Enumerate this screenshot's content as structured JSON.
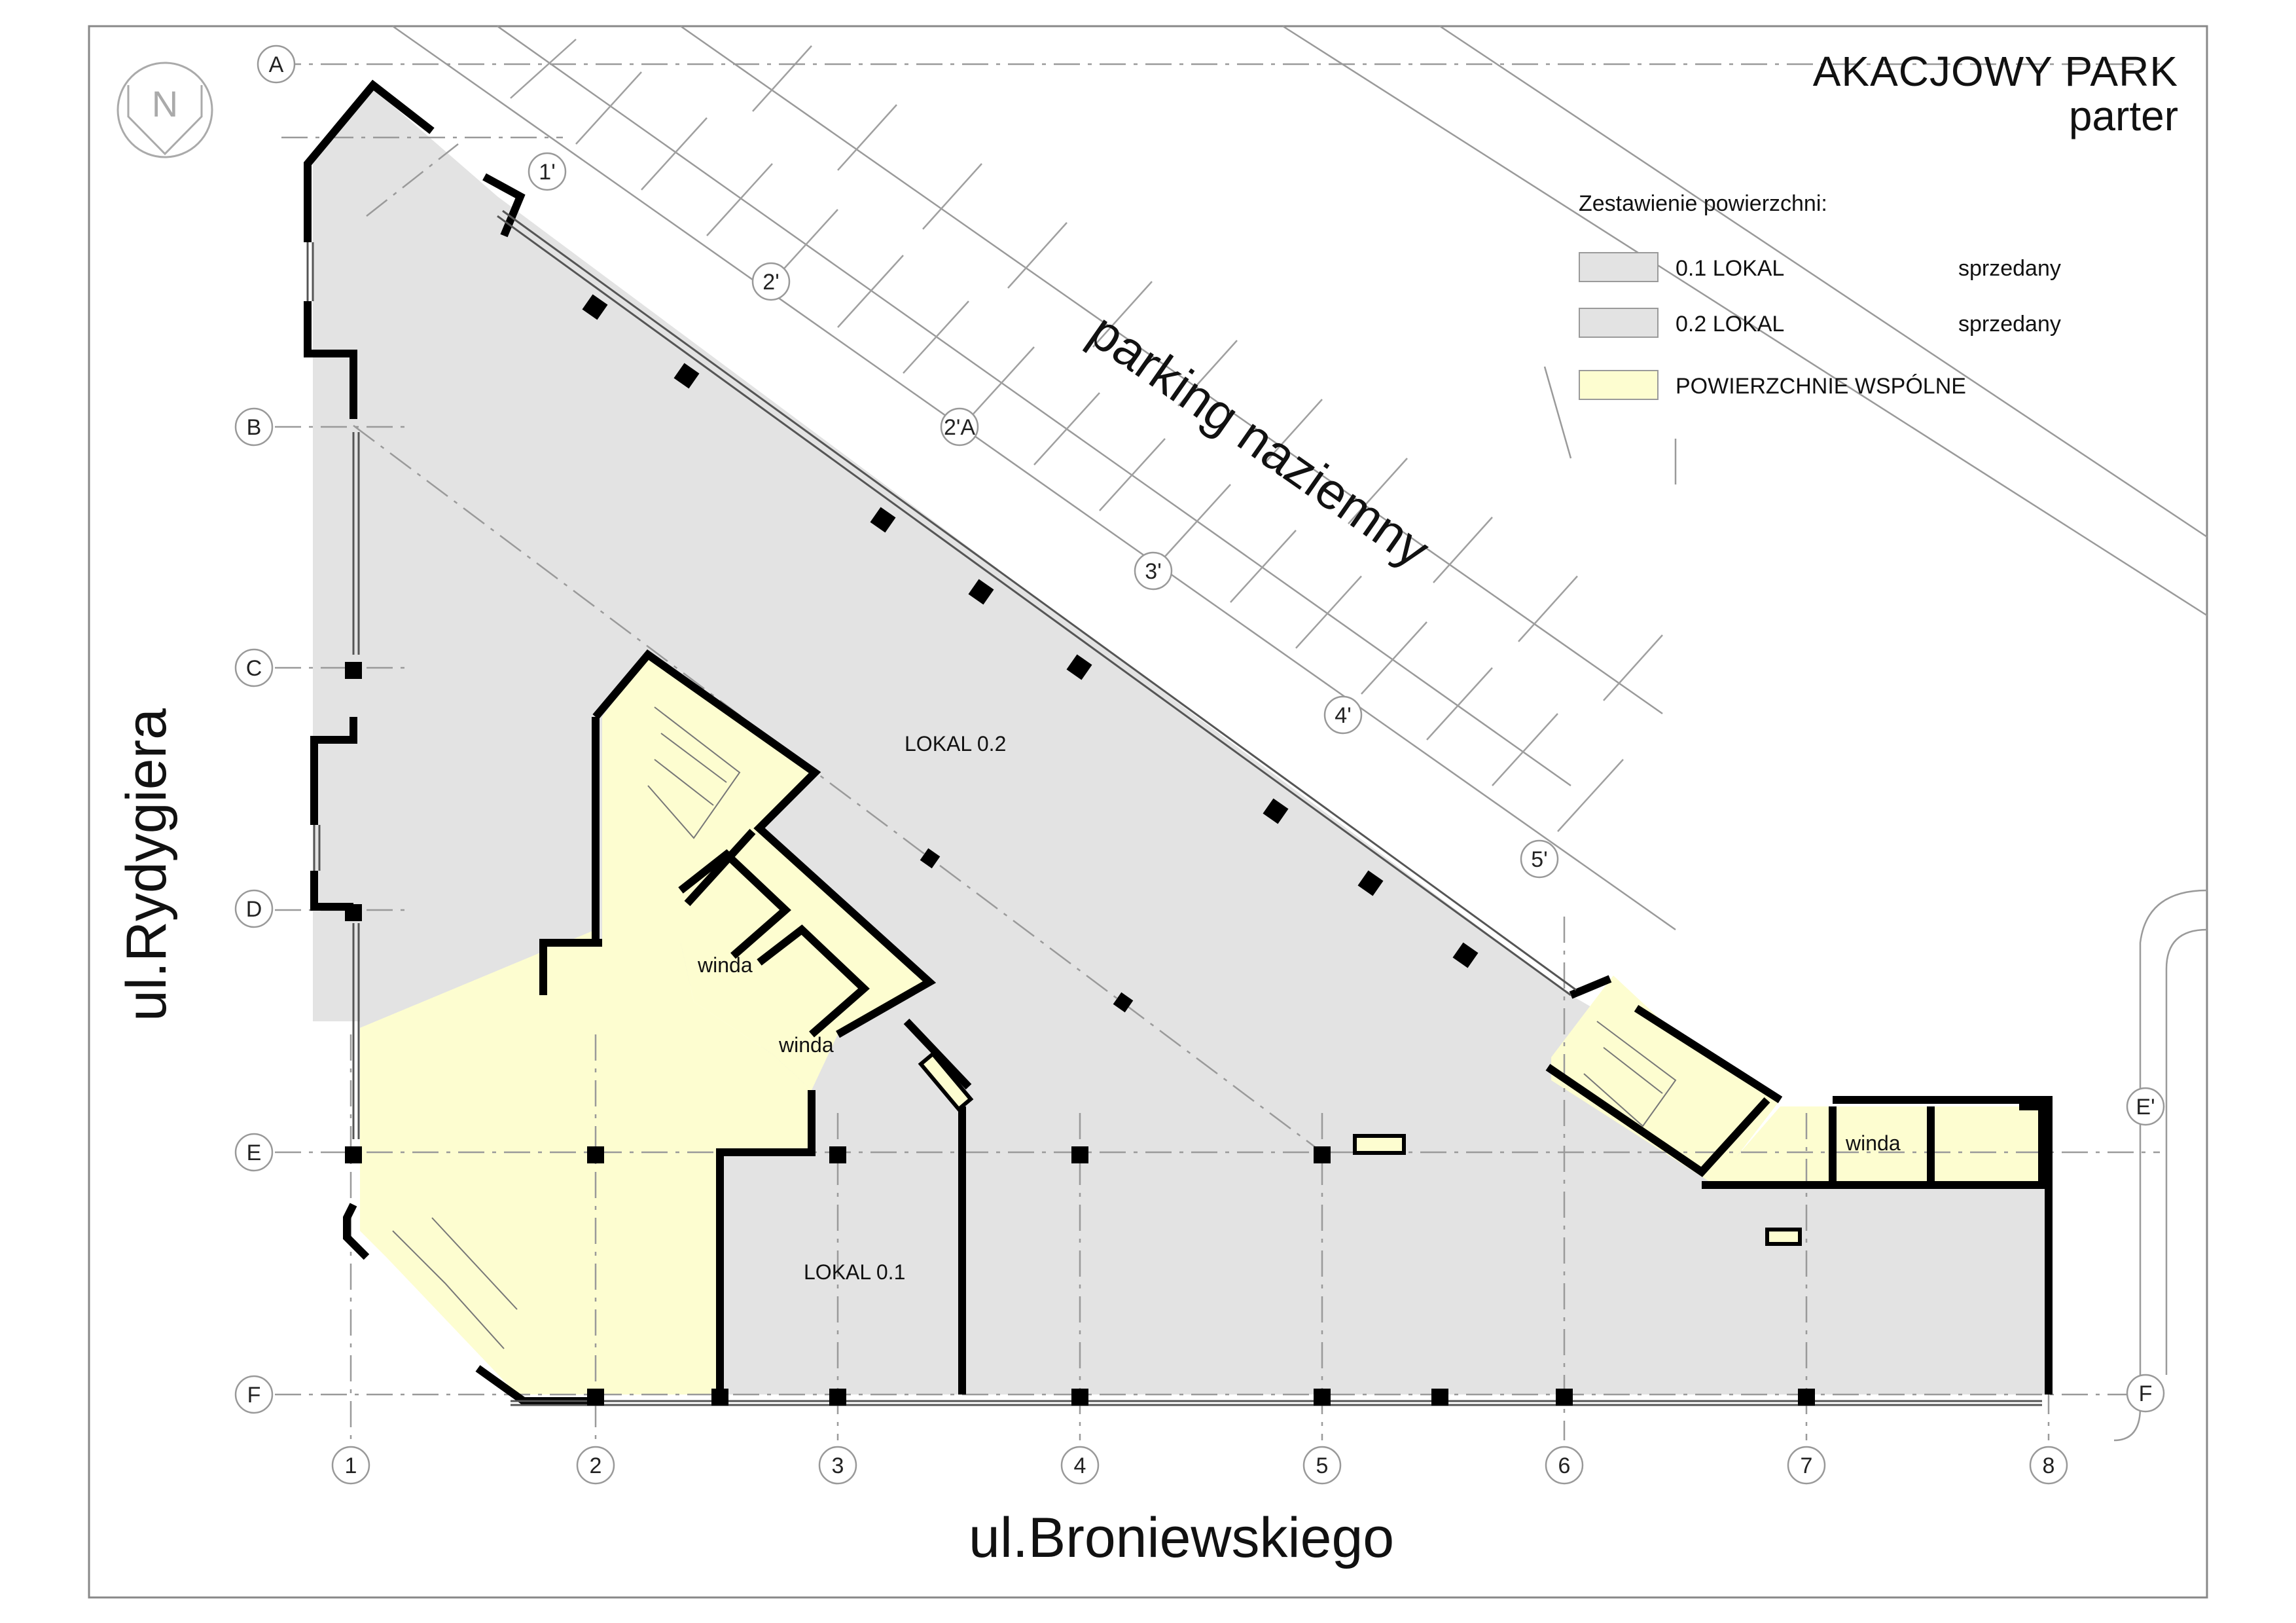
{
  "title": {
    "name": "AKACJOWY PARK",
    "level": "parter"
  },
  "legend": {
    "heading": "Zestawienie powierzchni:",
    "items": [
      {
        "label": "0.1 LOKAL",
        "status": "sprzedany",
        "color": "#e3e3e3"
      },
      {
        "label": "0.2 LOKAL",
        "status": "sprzedany",
        "color": "#e3e3e3"
      },
      {
        "label": "POWIERZCHNIE WSPÓLNE",
        "status": "",
        "color": "#fdfdd0"
      }
    ]
  },
  "streets": {
    "bottom": "ul.Broniewskiego",
    "left": "ul.Rydygiera"
  },
  "parking_label": "parking naziemny",
  "north_symbol": "N",
  "rooms": {
    "lokal_01": "LOKAL 0.1",
    "lokal_02": "LOKAL 0.2",
    "winda": "winda"
  },
  "grid": {
    "columns": [
      "1",
      "2",
      "3",
      "4",
      "5",
      "6",
      "7",
      "8"
    ],
    "rows": [
      "A",
      "B",
      "C",
      "D",
      "E",
      "F",
      "E'",
      "F"
    ],
    "diagonal": [
      "1'",
      "2'",
      "2'A",
      "3'",
      "4'",
      "5'"
    ]
  },
  "colors": {
    "unit_fill": "#e3e3e3",
    "common_fill": "#fdfdd0",
    "wall": "#000000",
    "gridline": "#9a9a9a"
  }
}
